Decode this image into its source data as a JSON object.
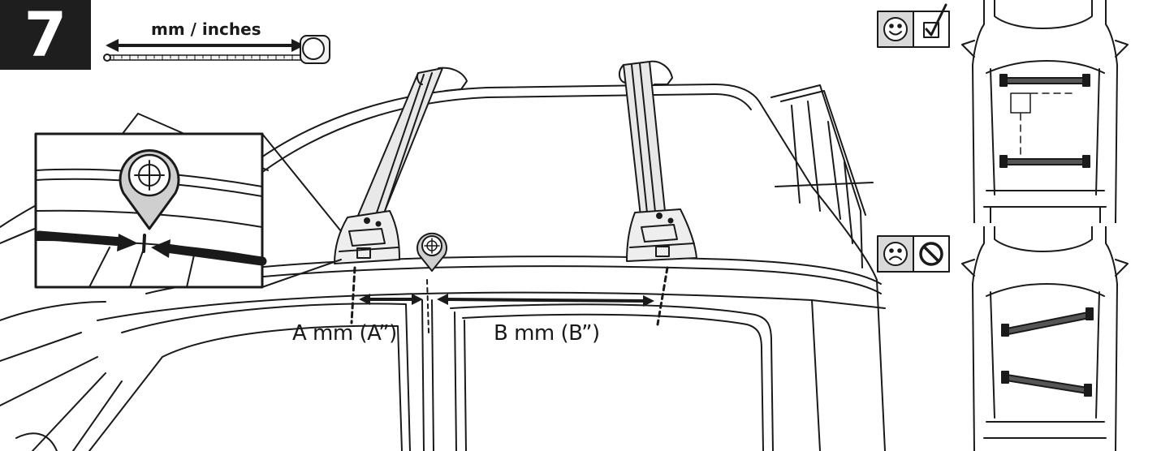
{
  "step": {
    "number": "7"
  },
  "measure": {
    "unit_label": "mm / inches"
  },
  "dimensions": {
    "a_label": "A mm (A”)",
    "b_label": "B mm (B”)"
  },
  "status_panels": [
    {
      "face": "happy-face-icon",
      "mark": "checkbox-checked-icon",
      "meaning": "correct"
    },
    {
      "face": "sad-face-icon",
      "mark": "prohibited-icon",
      "meaning": "incorrect"
    }
  ],
  "colors": {
    "ink": "#1a1a1a",
    "panel_fill": "#d9d9d9",
    "bar_fill": "#e8e8e8"
  }
}
